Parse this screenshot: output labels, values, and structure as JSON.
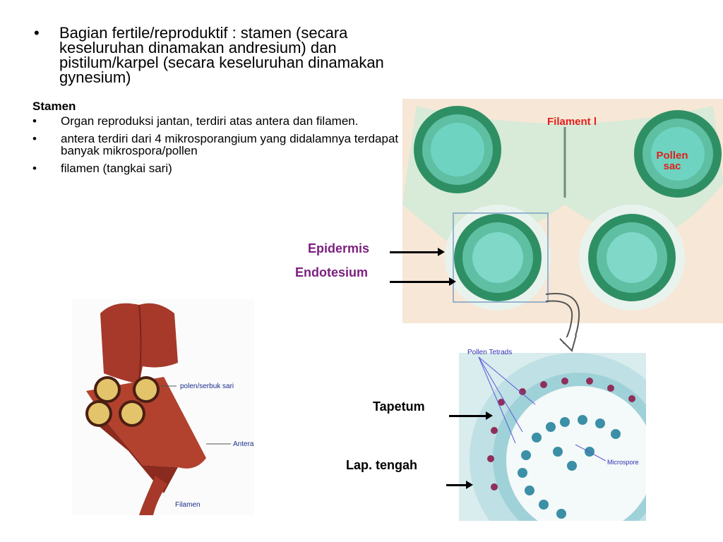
{
  "main_bullet": {
    "bullet": "•",
    "text": "Bagian fertile/reproduktif : stamen (secara keseluruhan dinamakan andresium) dan pistilum/karpel (secara keseluruhan dinamakan gynesium)"
  },
  "stamen": {
    "title": "Stamen",
    "items": [
      {
        "bullet": "•",
        "text": "Organ reproduksi jantan, terdiri atas antera dan filamen."
      },
      {
        "bullet": "•",
        "text": "antera terdiri dari 4 mikrosporangium yang didalamnya terdapat banyak mikrospora/pollen"
      },
      {
        "bullet": "•",
        "text": "filamen (tangkai sari)"
      }
    ]
  },
  "micrograph_labels": {
    "epidermis": "Epidermis",
    "endotesium": "Endotesium",
    "filament": "Filament l",
    "pollen_sac": "Pollen sac",
    "tapetum": "Tapetum",
    "lap_tengah": "Lap. tengah",
    "pollen_tetrads": "Pollen Tetrads",
    "microspore": "Microspore"
  },
  "diagram_labels": {
    "polen": "polen/serbuk sari",
    "antera": "Antera",
    "filamen": "Filamen"
  },
  "colors": {
    "purple_label": "#7b1f7f",
    "red_label": "#e0201c",
    "tissue_green": "#3aa88f",
    "anther_red": "#a83a2a"
  }
}
